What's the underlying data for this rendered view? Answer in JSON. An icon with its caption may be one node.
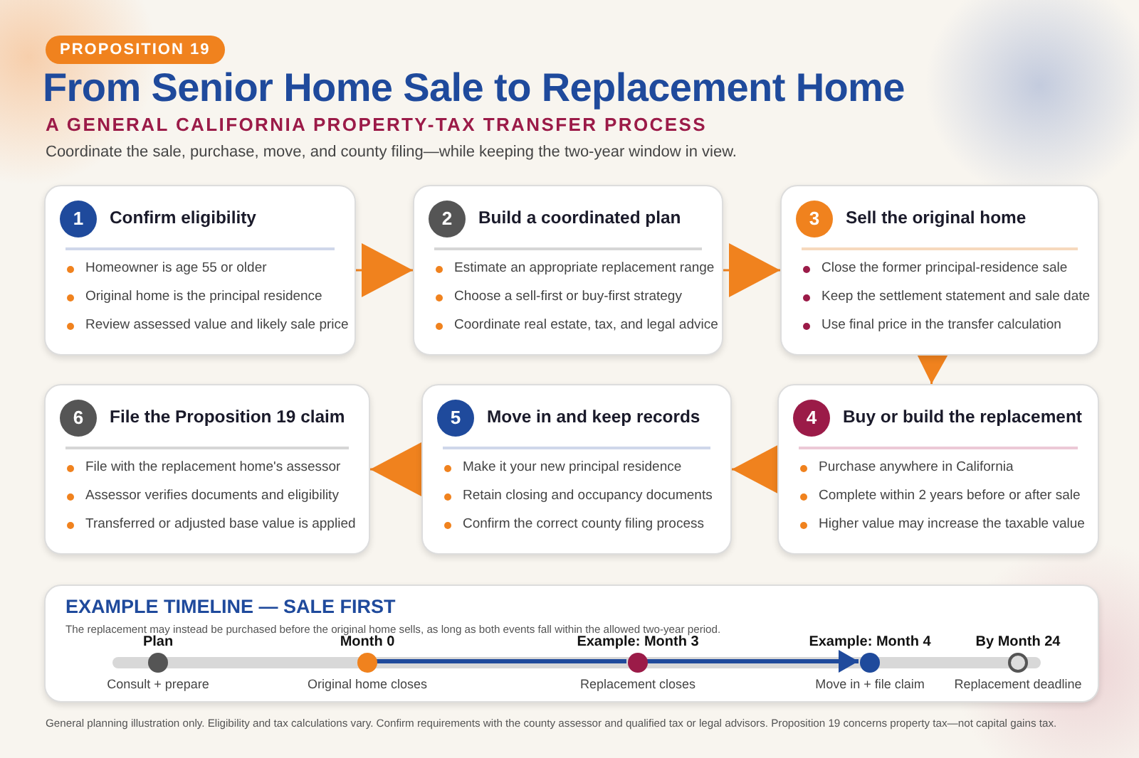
{
  "diagram": {
    "title": "From Senior Home Sale to Replacement Home",
    "caption": "General planning illustration only. Eligibility and tax calculations vary. Confirm requirements with the county assessor and qualified tax or legal advisors. Proposition 19 concerns property tax—not capital gains tax.",
    "nodes": [
      {
        "text": [
          "1",
          "Confirm eligibility",
          "Homeowner is age 55 or older",
          "Original home is the principal residence",
          "Review assessed value and likely sale price"
        ]
      },
      {
        "text": [
          "2",
          "Build a coordinated plan",
          "Estimate an appropriate replacement range",
          "Choose a sell-first or buy-first strategy",
          "Coordinate real estate, tax, and legal advice"
        ]
      },
      {
        "text": [
          "3",
          "Sell the original home",
          "Close the former principal-residence sale",
          "Keep the settlement statement and sale date",
          "Use final price in the transfer calculation"
        ]
      },
      {
        "text": [
          "4",
          "Buy or build the replacement",
          "Purchase anywhere in California",
          "Complete within 2 years before or after sale",
          "Higher value may increase the taxable value"
        ]
      },
      {
        "text": [
          "5",
          "Move in and keep records",
          "Make it your new principal residence",
          "Retain closing and occupancy documents",
          "Confirm the correct county filing process"
        ]
      },
      {
        "text": [
          "6",
          "File the Proposition 19 claim",
          "File with the replacement home's assessor",
          "Assessor verifies documents and eligibility",
          "Transferred or adjusted base value is applied"
        ]
      },
      {
        "text": [
          "EXAMPLE TIMELINE — SALE FIRST",
          "The replacement may instead be purchased before the original home sells, as long as both events fall within the allowed two-year period."
        ]
      },
      {
        "text": [
          "Plan",
          "Consult + prepare"
        ],
        "in": 6
      },
      {
        "text": [
          "Month 0",
          "Original home closes"
        ],
        "in": 6
      },
      {
        "text": [
          "Example: Month 3",
          "Replacement closes"
        ],
        "in": 6
      },
      {
        "text": [
          "Example: Month 4",
          "Move in + file claim"
        ],
        "in": 6
      },
      {
        "text": [
          "By Month 24",
          "Replacement deadline"
        ],
        "in": 6
      }
    ],
    "edges": [
      {
        "from": 0,
        "to": 1,
        "arrow": "to"
      },
      {
        "from": 1,
        "to": 2,
        "arrow": "to"
      },
      {
        "from": 2,
        "to": 3,
        "arrow": "to"
      },
      {
        "from": 3,
        "to": 4,
        "arrow": "to"
      },
      {
        "from": 4,
        "to": 5,
        "arrow": "to"
      },
      {
        "from": 8,
        "to": 9,
        "arrow": "none",
        "style": "thick",
        "color": "#1f4a9c"
      },
      {
        "from": 9,
        "to": 10,
        "arrow": "to",
        "style": "thick",
        "color": "#1f4a9c"
      }
    ],
    "labels": [
      "PROPOSITION 19",
      "A GENERAL CALIFORNIA PROPERTY-TAX TRANSFER PROCESS",
      "Coordinate the sale, purchase, move, and county filing—while keeping the two-year window in view."
    ]
  }
}
